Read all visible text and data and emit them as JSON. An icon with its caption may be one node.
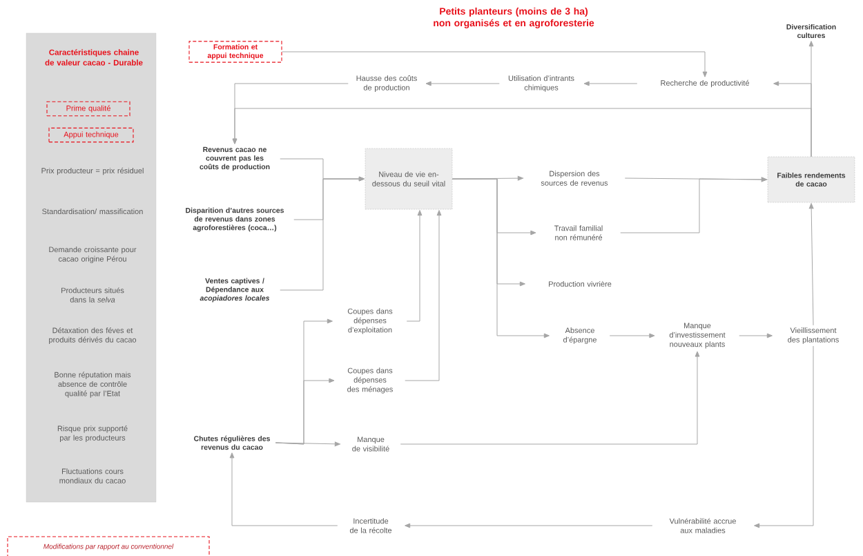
{
  "diagram": {
    "title": "Petits planteurs (moins de 3 ha) non organisés et en agroforesterie",
    "nodes": [
      {
        "text": [
          "Caractéristiques chaine de valeur cacao - Durable",
          "Prix producteur = prix résiduel",
          "Standardisation/ massification",
          "Demande croissante pour cacao origine Pérou",
          "Producteurs situés dans la *selva*",
          "Détaxation des féves et produits dérivés du cacao",
          "Bonne réputation mais absence de contrôle qualité par l’Etat",
          "Risque prix supporté par les producteurs",
          "Fluctuations cours mondiaux du cacao"
        ]
      },
      {
        "text": [
          "Prime qualité"
        ],
        "in": 0
      },
      {
        "text": [
          "Appui technique"
        ],
        "in": 0
      },
      {
        "text": [
          "Formation et appui technique"
        ]
      },
      {
        "text": [
          "Hausse des coûts de production"
        ]
      },
      {
        "text": [
          "Utilisation d’intrants chimiques"
        ]
      },
      {
        "text": [
          "Recherche de productivité"
        ]
      },
      {
        "text": [
          "Diversification cultures"
        ]
      },
      {
        "text": [
          "Revenus cacao ne couvrent pas les coûts de production"
        ]
      },
      {
        "text": [
          "Disparition d’autres sources de revenus dans zones agroforestières (coca…)"
        ]
      },
      {
        "text": [
          "Ventes captives / Dépendance aux *acopiadores locales*"
        ]
      },
      {
        "text": [
          "Niveau de vie en-dessous du seuil vital"
        ]
      },
      {
        "text": [
          "Dispersion des sources de revenus"
        ]
      },
      {
        "text": [
          "Travail familial non rémunéré"
        ]
      },
      {
        "text": [
          "Production vivrière"
        ]
      },
      {
        "text": [
          "Absence d’épargne"
        ]
      },
      {
        "text": [
          "Manque d’investissement nouveaux plants"
        ]
      },
      {
        "text": [
          "Vieillissement des plantations"
        ]
      },
      {
        "text": [
          "Faibles rendements de cacao"
        ]
      },
      {
        "text": [
          "Coupes dans dépenses d’exploitation"
        ]
      },
      {
        "text": [
          "Coupes dans dépenses des ménages"
        ]
      },
      {
        "text": [
          "Manque de visibilité"
        ]
      },
      {
        "text": [
          "Chutes régulières des revenus du cacao"
        ]
      },
      {
        "text": [
          "Incertitude de la récolte"
        ]
      },
      {
        "text": [
          "Vulnérabilité accrue aux maladies"
        ]
      }
    ],
    "edges": [
      {
        "from": 3,
        "to": 6,
        "arrow": "to"
      },
      {
        "from": 6,
        "to": 5,
        "arrow": "to"
      },
      {
        "from": 5,
        "to": 4,
        "arrow": "to"
      },
      {
        "from": 4,
        "to": 8,
        "arrow": "to"
      },
      {
        "from": 18,
        "to": 8,
        "arrow": "to"
      },
      {
        "from": 18,
        "to": 6,
        "arrow": "to"
      },
      {
        "from": 18,
        "to": 7,
        "arrow": "to"
      },
      {
        "from": 8,
        "to": 11,
        "arrow": "to"
      },
      {
        "from": 9,
        "to": 11,
        "arrow": "to"
      },
      {
        "from": 10,
        "to": 11,
        "arrow": "to"
      },
      {
        "from": 11,
        "to": 12,
        "arrow": "to"
      },
      {
        "from": 11,
        "to": 13,
        "arrow": "to"
      },
      {
        "from": 11,
        "to": 14,
        "arrow": "to"
      },
      {
        "from": 11,
        "to": 15,
        "arrow": "to"
      },
      {
        "from": 12,
        "to": 18,
        "arrow": "to"
      },
      {
        "from": 13,
        "to": 18,
        "arrow": "to"
      },
      {
        "from": 15,
        "to": 16,
        "arrow": "to"
      },
      {
        "from": 16,
        "to": 17,
        "arrow": "to"
      },
      {
        "from": 17,
        "to": 18,
        "arrow": "to"
      },
      {
        "from": 17,
        "to": 24,
        "arrow": "to"
      },
      {
        "from": 24,
        "to": 23,
        "arrow": "to"
      },
      {
        "from": 23,
        "to": 22,
        "arrow": "to"
      },
      {
        "from": 22,
        "to": 19,
        "arrow": "to"
      },
      {
        "from": 22,
        "to": 20,
        "arrow": "to"
      },
      {
        "from": 22,
        "to": 21,
        "arrow": "to"
      },
      {
        "from": 19,
        "to": 11,
        "arrow": "to"
      },
      {
        "from": 20,
        "to": 11,
        "arrow": "to"
      },
      {
        "from": 21,
        "to": 16,
        "arrow": "to"
      }
    ],
    "legend": [
      {
        "text": "Modifications par rapport au conventionnel"
      }
    ]
  }
}
